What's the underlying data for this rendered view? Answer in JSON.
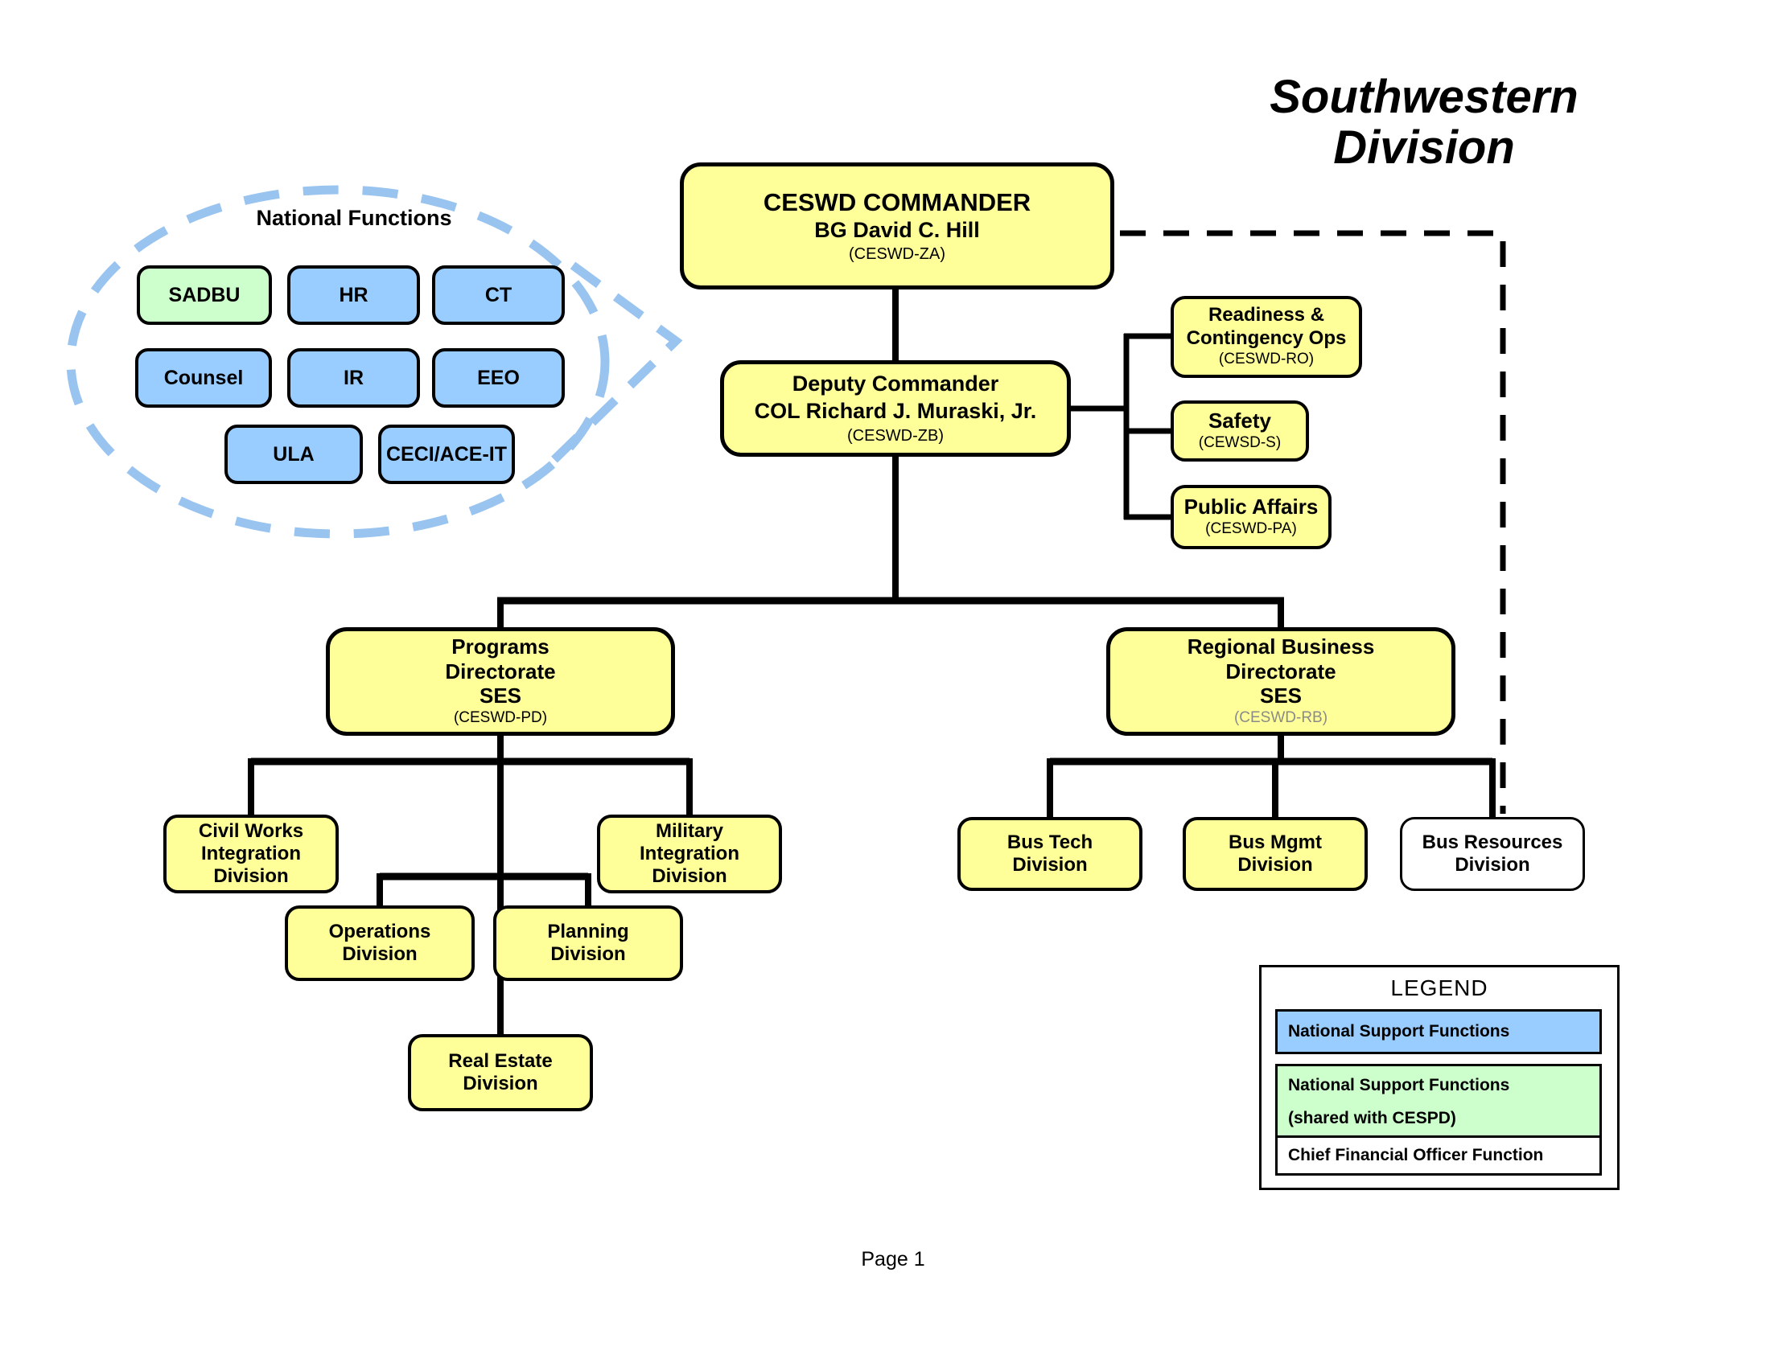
{
  "page": {
    "title": "Southwestern\nDivision",
    "page_number": "Page 1"
  },
  "colors": {
    "node_fill": "#FFFF99",
    "national_blue": "#99CCFF",
    "shared_green": "#CCFFCC",
    "cfo_white": "#FFFFFF",
    "ellipse_dash": "#99C4EF",
    "regional_code_gray": "#8a8a8a",
    "connector_black": "#000000"
  },
  "national_functions": {
    "label": "National Functions",
    "items": [
      {
        "label": "SADBU",
        "color": "#CCFFCC"
      },
      {
        "label": "HR",
        "color": "#99CCFF"
      },
      {
        "label": "CT",
        "color": "#99CCFF"
      },
      {
        "label": "Counsel",
        "color": "#99CCFF"
      },
      {
        "label": "IR",
        "color": "#99CCFF"
      },
      {
        "label": "EEO",
        "color": "#99CCFF"
      },
      {
        "label": "ULA",
        "color": "#99CCFF"
      },
      {
        "label": "CECI/ACE-IT",
        "color": "#99CCFF"
      }
    ]
  },
  "nodes": {
    "commander": {
      "title": "CESWD COMMANDER",
      "name": "BG David C. Hill",
      "code": "(CESWD-ZA)"
    },
    "deputy": {
      "name": "Deputy Commander\nCOL Richard J. Muraski, Jr.",
      "code": "(CESWD-ZB)"
    },
    "readiness": {
      "label": "Readiness &\nContingency Ops",
      "code": "(CESWD-RO)"
    },
    "safety": {
      "label": "Safety",
      "code": "(CEWSD-S)"
    },
    "public_affairs": {
      "label": "Public Affairs",
      "code": "(CESWD-PA)"
    },
    "programs": {
      "label": "Programs\nDirectorate\nSES",
      "code": "(CESWD-PD)"
    },
    "regional": {
      "label": "Regional Business\nDirectorate\nSES",
      "code": "(CESWD-RB)"
    },
    "civil_works": {
      "label": "Civil Works\nIntegration\nDivision"
    },
    "military": {
      "label": "Military\nIntegration\nDivision"
    },
    "operations": {
      "label": "Operations\nDivision"
    },
    "planning": {
      "label": "Planning\nDivision"
    },
    "real_estate": {
      "label": "Real Estate\nDivision"
    },
    "bus_tech": {
      "label": "Bus Tech\nDivision"
    },
    "bus_mgmt": {
      "label": "Bus Mgmt\nDivision"
    },
    "bus_resources": {
      "label": "Bus Resources\nDivision"
    }
  },
  "legend": {
    "title": "LEGEND",
    "entries": [
      {
        "label": "National Support Functions",
        "color": "#99CCFF"
      },
      {
        "label": "National Support Functions\n(shared with CESPD)",
        "color": "#CCFFCC"
      },
      {
        "label": "Chief Financial Officer Function",
        "color": "#FFFFFF"
      }
    ]
  }
}
